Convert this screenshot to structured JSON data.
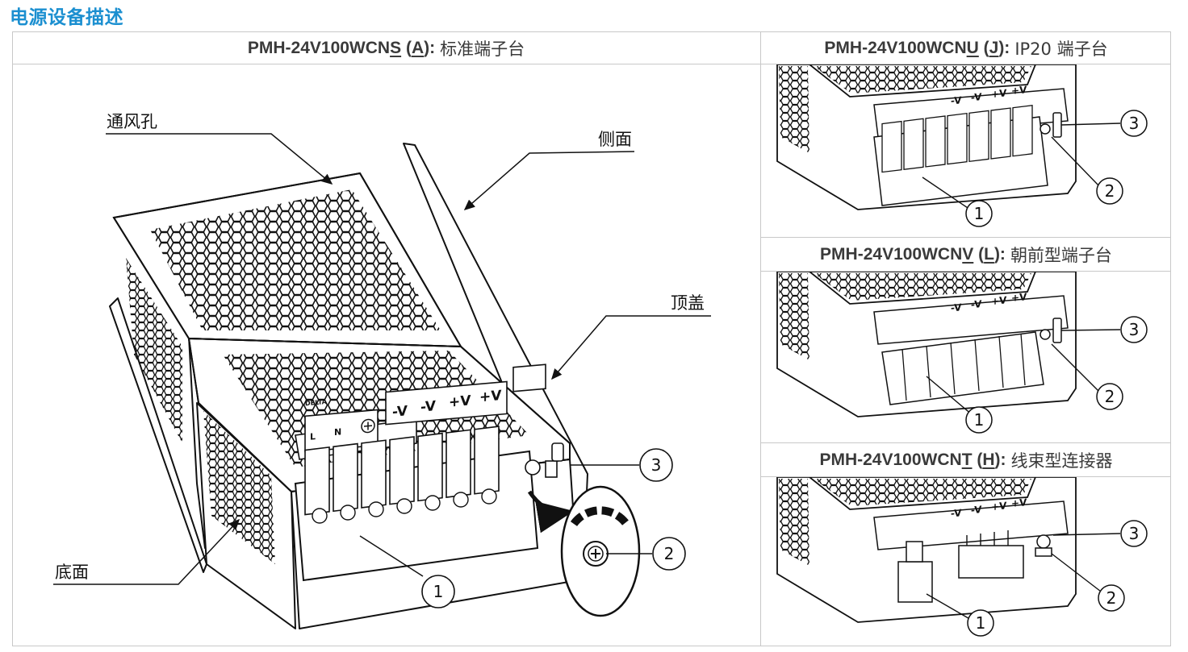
{
  "page_title": "电源设备描述",
  "panels": {
    "main": {
      "code_prefix": "PMH-24V100WCN",
      "code_suffix": "S",
      "variant": "A",
      "description": "标准端子台"
    },
    "ip20": {
      "code_prefix": "PMH-24V100WCN",
      "code_suffix": "U",
      "variant": "J",
      "description": "IP20 端子台"
    },
    "front": {
      "code_prefix": "PMH-24V100WCN",
      "code_suffix": "V",
      "variant": "L",
      "description": "朝前型端子台"
    },
    "harness": {
      "code_prefix": "PMH-24V100WCN",
      "code_suffix": "T",
      "variant": "H",
      "description": "线束型连接器"
    }
  },
  "labels": {
    "vent": "通风孔",
    "side": "侧面",
    "top_cover": "顶盖",
    "bottom": "底面"
  },
  "callouts": {
    "one": "1",
    "two": "2",
    "three": "3"
  },
  "terminal_marks": {
    "l": "L",
    "n": "N",
    "minus_v": "-V",
    "plus_v": "+V",
    "brand": "DELTA"
  },
  "colors": {
    "title_blue": "#1b8fd0",
    "border": "#c8c8c8",
    "line_art": "#111111"
  }
}
